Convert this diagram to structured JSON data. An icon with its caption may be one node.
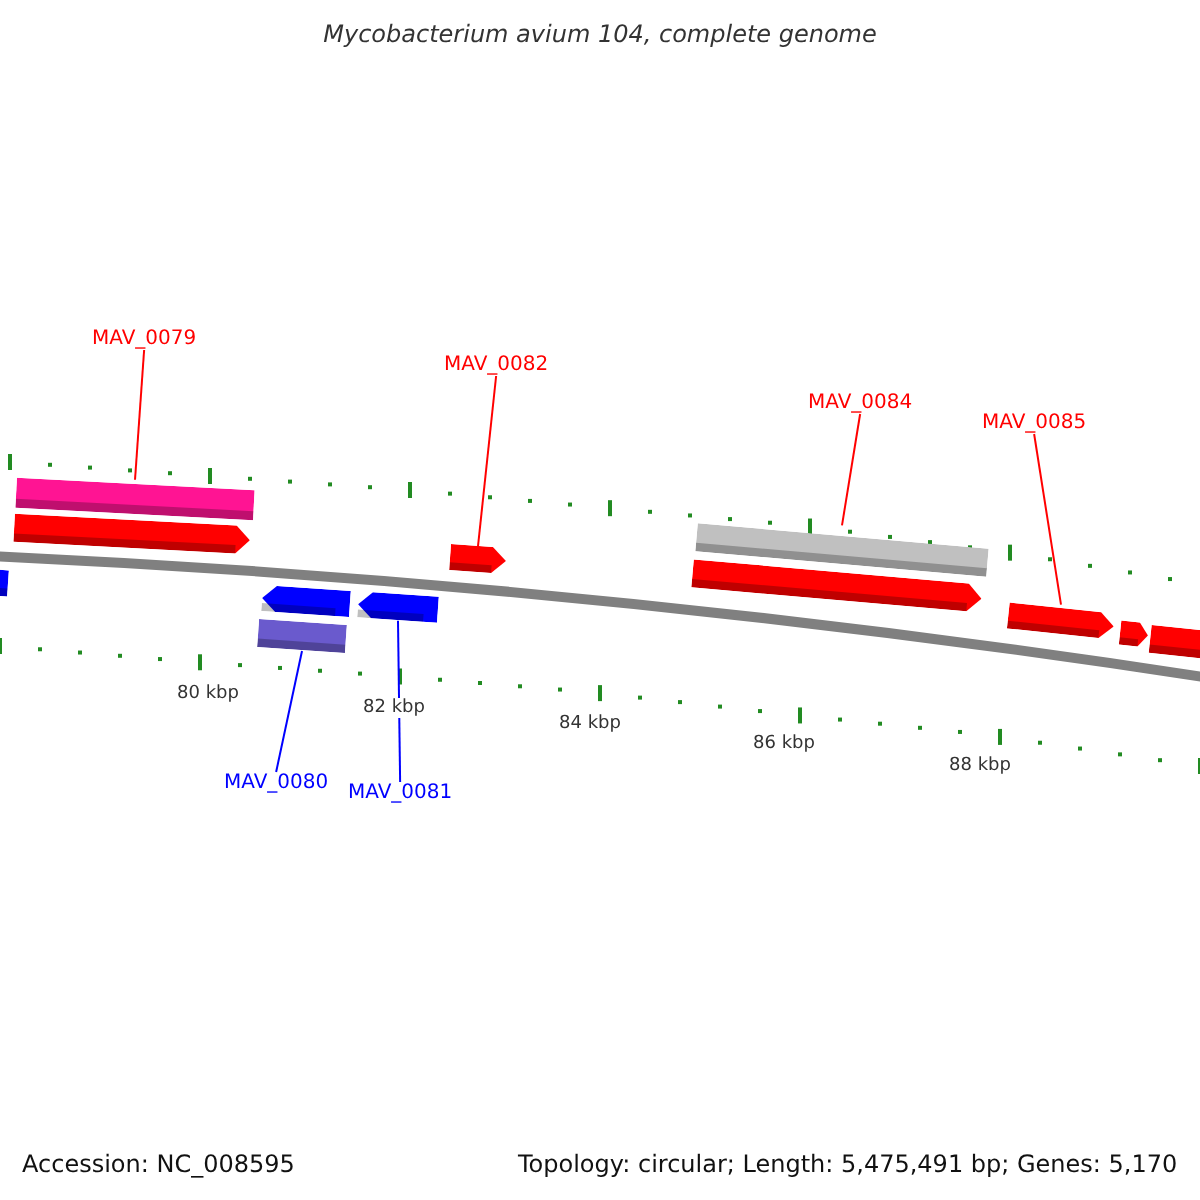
{
  "diagram": {
    "title": "Mycobacterium avium 104, complete genome",
    "nodes": [
      {
        "text": [
          "MAV_0079"
        ]
      },
      {
        "text": [
          "MAV_0082"
        ]
      },
      {
        "text": [
          "MAV_0084"
        ]
      },
      {
        "text": [
          "MAV_0085"
        ]
      },
      {
        "text": [
          "MAV_0080"
        ]
      },
      {
        "text": [
          "MAV_0081"
        ]
      },
      {
        "text": [],
        "shape": "bar"
      },
      {
        "text": [],
        "shape": "bar"
      },
      {
        "text": [],
        "shape": "arrow"
      },
      {
        "text": [],
        "shape": "arrow"
      },
      {
        "text": [],
        "shape": "bar"
      },
      {
        "text": [],
        "shape": "arrow"
      },
      {
        "text": [],
        "shape": "arrow"
      },
      {
        "text": [],
        "shape": "bar"
      },
      {
        "text": [],
        "shape": "arrow"
      },
      {
        "text": [],
        "shape": "arrow"
      },
      {
        "text": [],
        "shape": "arrow"
      },
      {
        "text": [],
        "shape": "bar"
      }
    ],
    "edges": [
      {
        "from": 0,
        "to": 7,
        "arrow": "none"
      },
      {
        "from": 1,
        "to": 12,
        "arrow": "none"
      },
      {
        "from": 2,
        "to": 13,
        "arrow": "none"
      },
      {
        "from": 3,
        "to": 15,
        "arrow": "none"
      },
      {
        "from": 4,
        "to": 10,
        "arrow": "none",
        "color": "#0000ff"
      },
      {
        "from": 5,
        "to": 11,
        "arrow": "none",
        "color": "#0000ff"
      }
    ],
    "labels": [
      "80 kbp",
      "82 kbp",
      "84 kbp",
      "86 kbp",
      "88 kbp",
      "Accession: NC_008595",
      "Topology: circular; Length: 5,475,491 bp; Genes: 5,170"
    ]
  }
}
